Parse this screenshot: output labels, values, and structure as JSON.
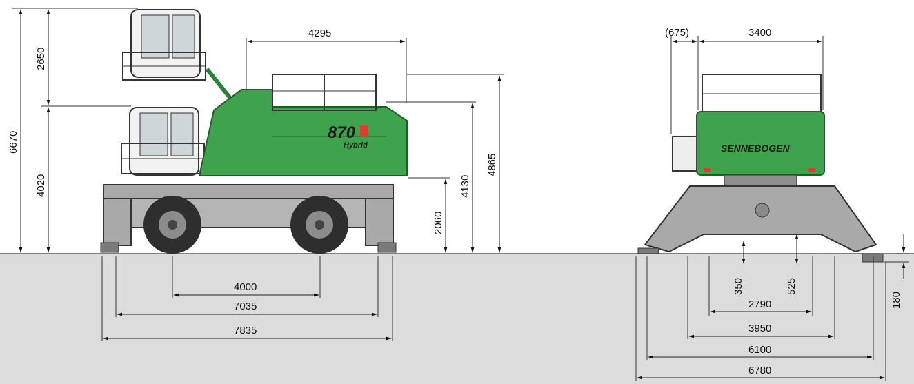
{
  "side_view": {
    "cab_raise": "2650",
    "overall_height": "6670",
    "cab_height": "4020",
    "tail_radius": "4295",
    "body_top_height": "4130",
    "rail_height": "4865",
    "pivot_height": "2060",
    "wheelbase": "4000",
    "outrigger_base": "7035",
    "overall_length": "7835",
    "model_number": "870",
    "model_suffix": "Hybrid"
  },
  "rear_view": {
    "offset": "(675)",
    "body_width": "3400",
    "clearance_low": "350",
    "clearance_high": "525",
    "ground_clearance_plate": "180",
    "track_width_1": "2790",
    "track_width_2": "3950",
    "outrigger_width": "6100",
    "outrigger_width_max": "6780",
    "brand": "SENNEBOGEN"
  },
  "colors": {
    "machine_green": "#3fa34d",
    "dark_green": "#2b7f39",
    "chassis_grey": "#a9a9a9",
    "ground_grey": "#dcdcdc",
    "tyre": "#2e2e2e"
  }
}
